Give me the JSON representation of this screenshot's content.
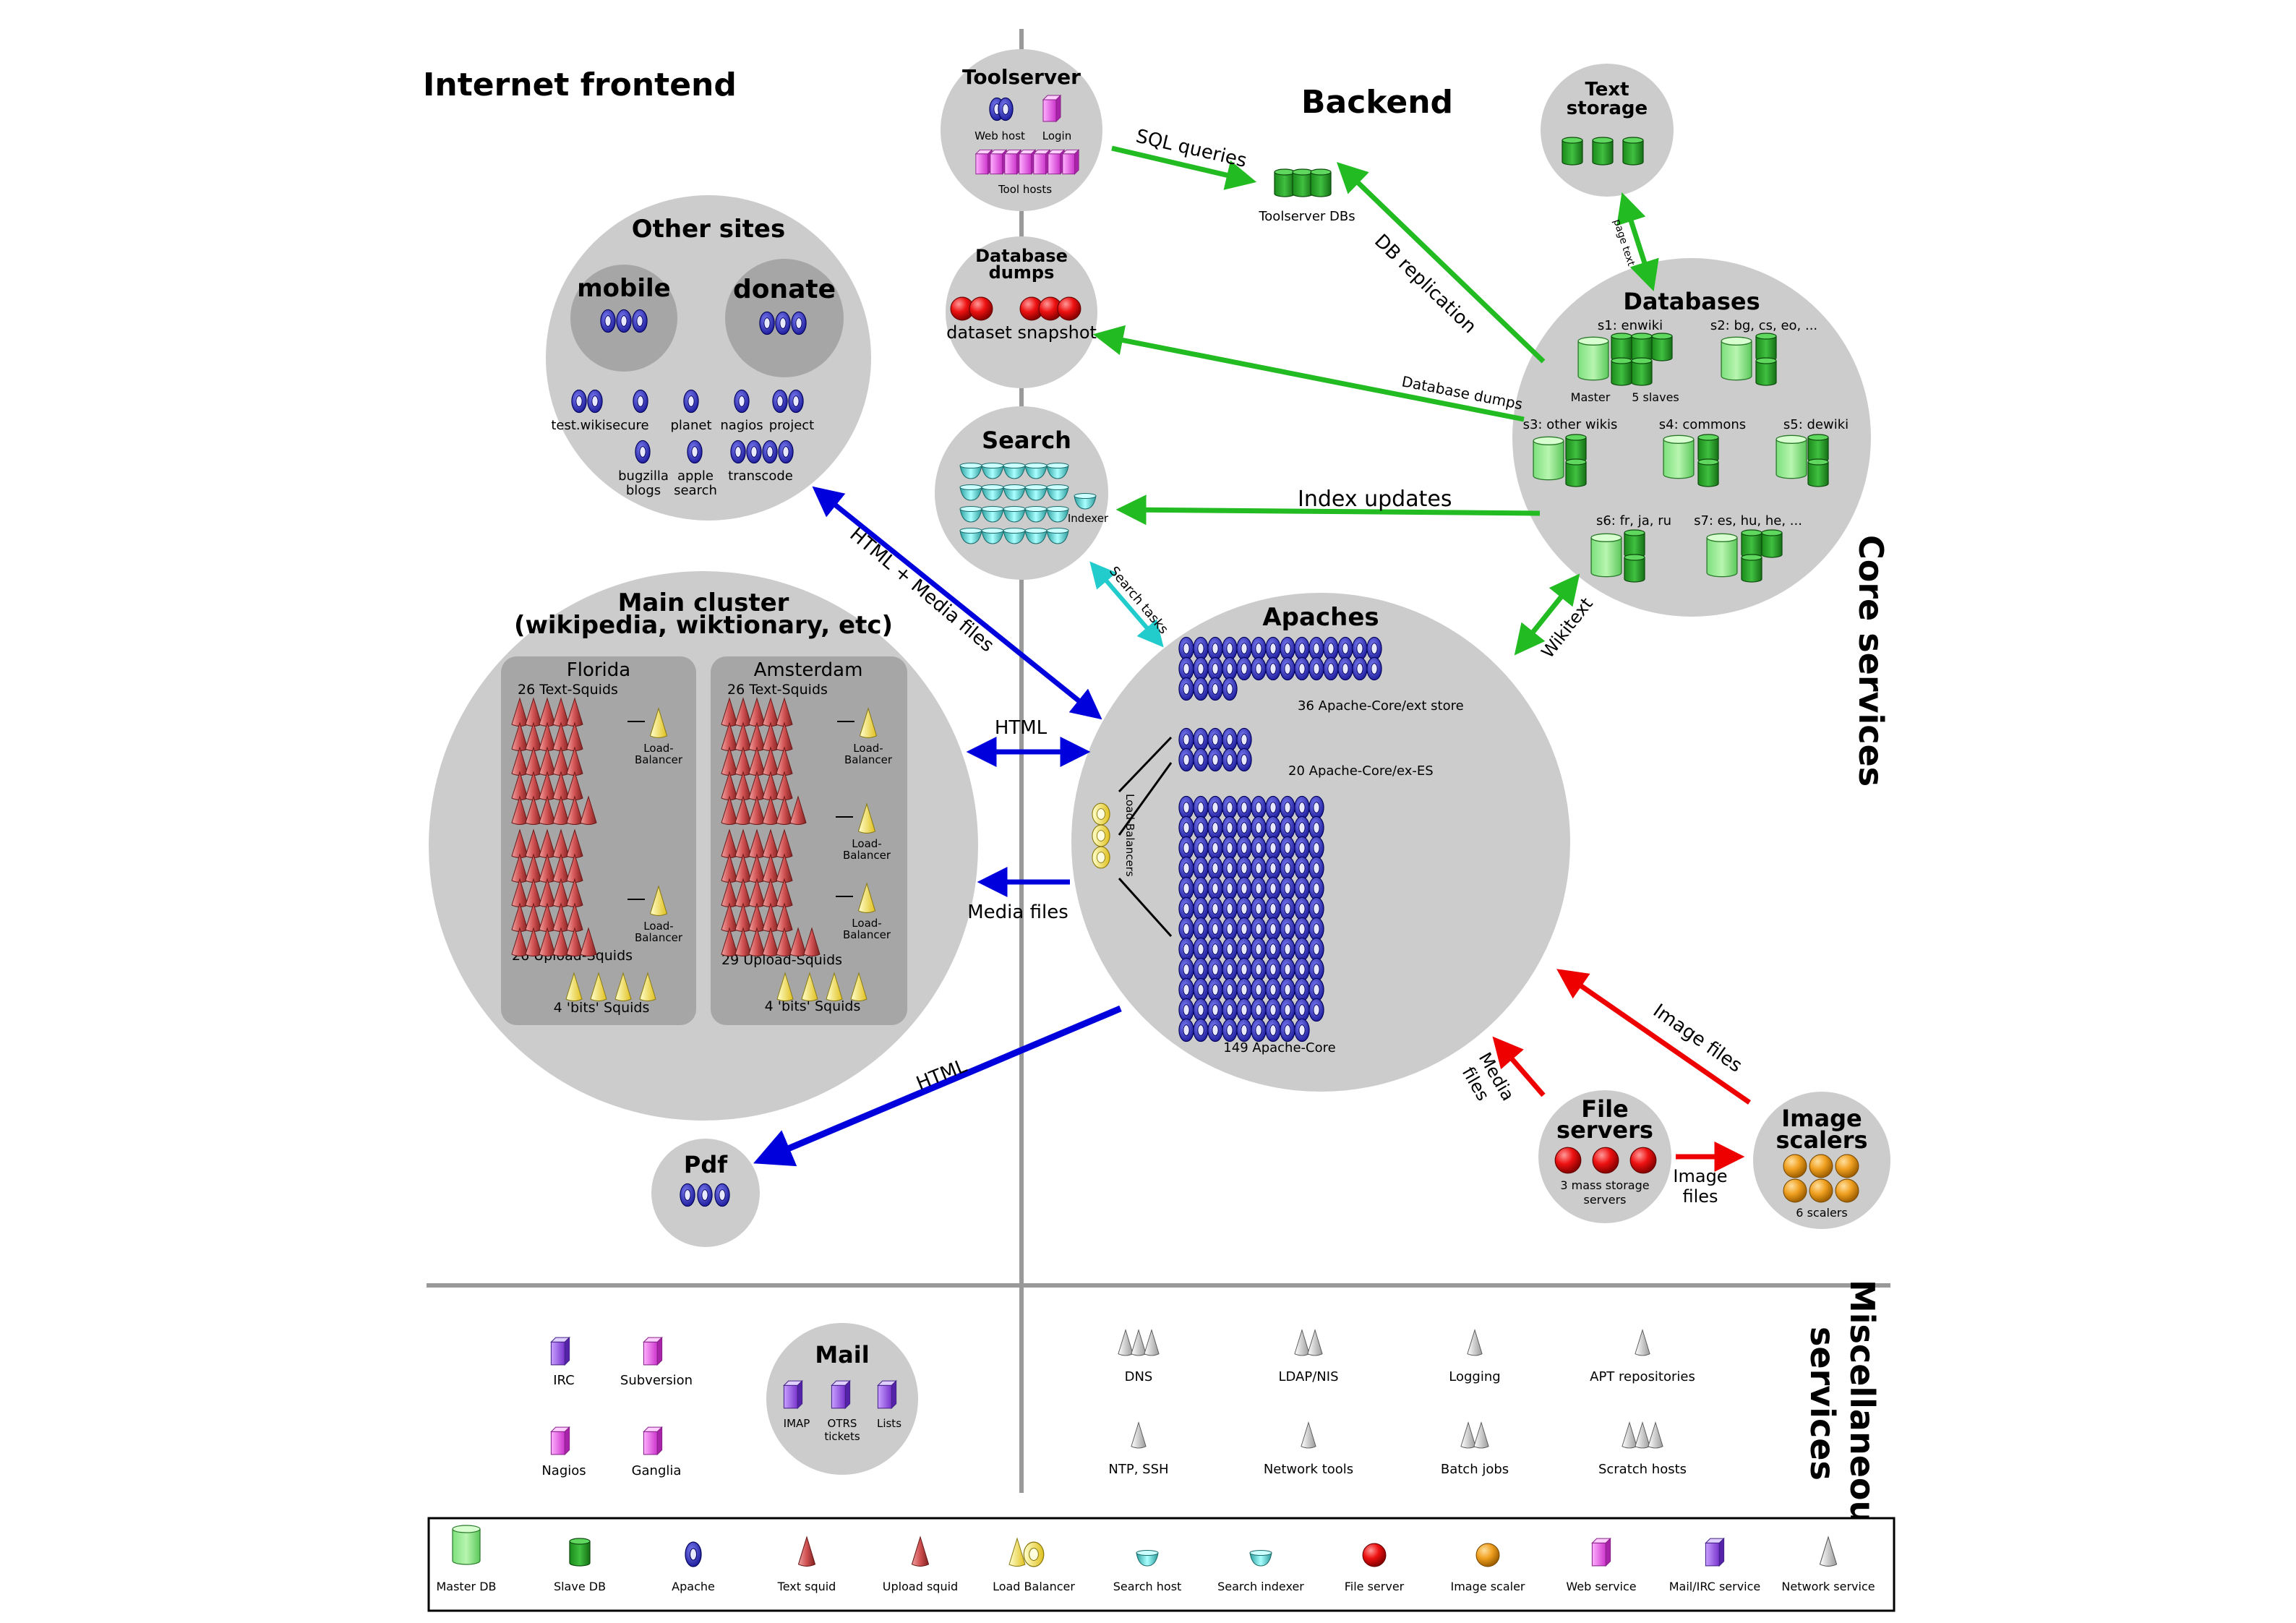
{
  "sections": {
    "internet_frontend": "Internet frontend",
    "backend": "Backend",
    "core_services": "Core services",
    "misc_services": [
      "Miscellaneous",
      "services"
    ]
  },
  "toolserver": {
    "title": "Toolserver",
    "web_host": "Web host",
    "login": "Login",
    "tool_hosts": "Tool hosts"
  },
  "toolserver_dbs": "Toolserver DBs",
  "text_storage": [
    "Text",
    "storage"
  ],
  "database_dumps": {
    "title": [
      "Database",
      "dumps"
    ],
    "caption": "dataset snapshot"
  },
  "search": {
    "title": "Search",
    "indexer": "Indexer"
  },
  "other_sites": {
    "title": "Other sites",
    "mobile": "mobile",
    "donate": "donate",
    "sites": [
      "test.wikisecure",
      "planet",
      "nagios",
      "project"
    ],
    "sites2": [
      "bugzilla",
      "blogs",
      "apple",
      "search",
      "transcode"
    ]
  },
  "databases": {
    "title": "Databases",
    "s1": "s1: enwiki",
    "s2": "s2: bg, cs, eo, ...",
    "master": "Master",
    "slaves": "5 slaves",
    "s3": "s3: other wikis",
    "s4": "s4: commons",
    "s5": "s5: dewiki",
    "s6": "s6: fr, ja, ru",
    "s7": "s7: es, hu, he, ..."
  },
  "main_cluster": {
    "title": "Main cluster",
    "subtitle": "(wikipedia, wiktionary, etc)",
    "florida": {
      "name": "Florida",
      "text_squids": "26 Text-Squids",
      "upload_squids": "26 Upload-Squids",
      "bits_squids": "4 'bits' Squids"
    },
    "amsterdam": {
      "name": "Amsterdam",
      "text_squids": "26 Text-Squids",
      "upload_squids": "29 Upload-Squids",
      "bits_squids": "4 'bits' Squids"
    },
    "load": "Load-",
    "balancer": "Balancer"
  },
  "apaches": {
    "title": "Apaches",
    "group1": "36 Apache-Core/ext store",
    "group2": "20 Apache-Core/ex-ES",
    "group3": "149 Apache-Core",
    "load_balancers": "Load-Balancers"
  },
  "pdf": "Pdf",
  "file_servers": {
    "title": [
      "File",
      "servers"
    ],
    "caption": [
      "3 mass storage",
      "servers"
    ]
  },
  "image_scalers": {
    "title": [
      "Image",
      "scalers"
    ],
    "caption": "6 scalers"
  },
  "arrows": {
    "sql_queries": "SQL queries",
    "db_replication": "DB replication",
    "page_text": "page text",
    "database_dumps": "Database dumps",
    "index_updates": "Index updates",
    "search_tasks": "Search tasks",
    "wikitext": "Wikitext",
    "html_media": "HTML + Media files",
    "html": "HTML",
    "media_files": "Media files",
    "html_pdf": "HTML",
    "image_files": "Image files",
    "media_files_fs": [
      "Media",
      "files"
    ],
    "image_files_fs": [
      "Image",
      "files"
    ]
  },
  "misc": {
    "irc": "IRC",
    "subversion": "Subversion",
    "nagios": "Nagios",
    "ganglia": "Ganglia",
    "mail": "Mail",
    "imap": "IMAP",
    "otrs": [
      "OTRS",
      "tickets"
    ],
    "lists": "Lists",
    "dns": "DNS",
    "ldap": "LDAP/NIS",
    "logging": "Logging",
    "apt": "APT repositories",
    "ntp": "NTP, SSH",
    "network_tools": "Network tools",
    "batch_jobs": "Batch jobs",
    "scratch_hosts": "Scratch hosts"
  },
  "legend": [
    "Master DB",
    "Slave DB",
    "Apache",
    "Text squid",
    "Upload squid",
    "Load Balancer",
    "Search host",
    "Search indexer",
    "File server",
    "Image scaler",
    "Web service",
    "Mail/IRC service",
    "Network service"
  ],
  "colors": {
    "green_arrow": "#22bb22",
    "blue_arrow": "#0000dd",
    "red_arrow": "#ee0000",
    "cyan_arrow": "#22cccc",
    "bubble": "#cccccc"
  }
}
